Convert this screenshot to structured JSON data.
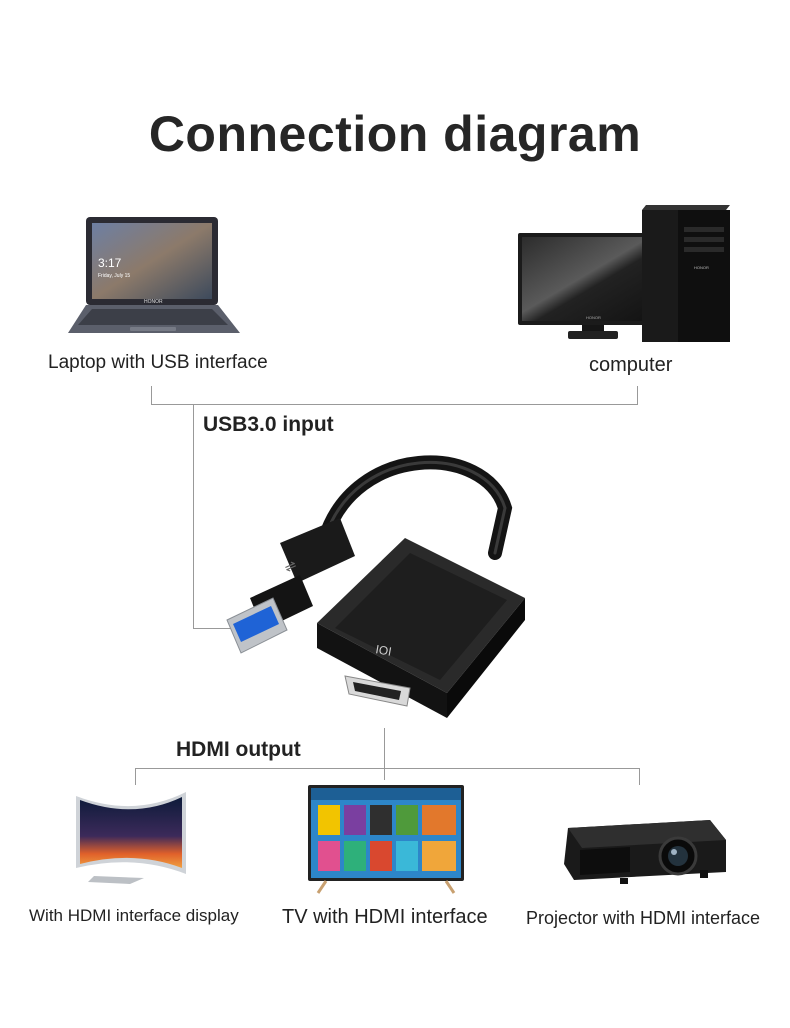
{
  "title": "Connection diagram",
  "inputs": {
    "laptop_label": "Laptop with USB interface",
    "computer_label": "computer",
    "laptop_screen_time": "3:17",
    "laptop_screen_date": "Friday, July 15",
    "laptop_brand": "HONOR",
    "monitor_brand": "HONOR",
    "tower_brand": "HONOR"
  },
  "usb_label": "USB3.0 input",
  "hdmi_label": "HDMI output",
  "hdmi_port_text": "IOI",
  "outputs": {
    "display_label": "With HDMI interface display",
    "tv_label": "TV with HDMI interface",
    "projector_label": "Projector with HDMI interface"
  }
}
